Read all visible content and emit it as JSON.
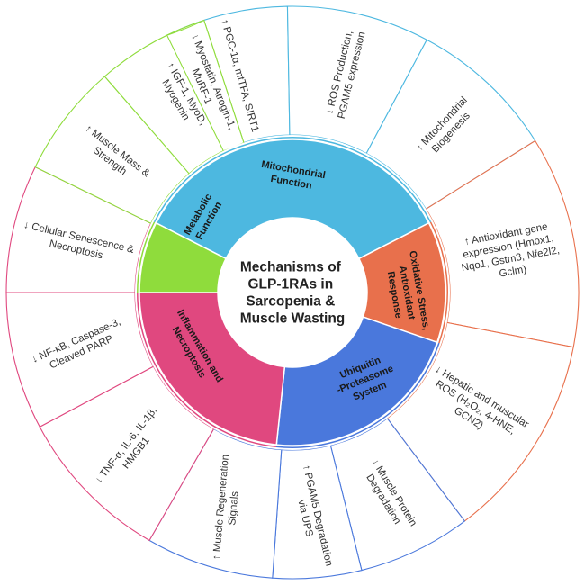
{
  "center_title": [
    "Mechanisms of",
    "GLP-1RAs in",
    "Sarcopenia &",
    "Muscle Wasting"
  ],
  "colors": {
    "mitochondrial": "#4db8e0",
    "oxidative": "#e8704c",
    "ups": "#4a78dc",
    "inflammation": "#e0487f",
    "metabolic": "#8fdc3c"
  },
  "sectors": [
    {
      "id": "mitochondrial",
      "lines": [
        "Mitochondrial",
        "Function"
      ]
    },
    {
      "id": "oxidative",
      "lines": [
        "Oxidative Stress,",
        "Antioxidant",
        "Response"
      ]
    },
    {
      "id": "ups",
      "lines": [
        "Ubiquitin",
        "-Proteasome",
        "System"
      ]
    },
    {
      "id": "inflammation",
      "lines": [
        "Inflammation and",
        "Necroptosis"
      ]
    },
    {
      "id": "metabolic",
      "lines": [
        "Metabolic",
        "Function"
      ]
    }
  ],
  "outer_segments": [
    {
      "group": "mitochondrial",
      "lines": [
        "↑ PGC-1α, mtTFA, SIRT1"
      ]
    },
    {
      "group": "mitochondrial",
      "lines": [
        "↓ ROS Production,",
        "PGAM5 expression"
      ]
    },
    {
      "group": "mitochondrial",
      "lines": [
        "↑ Mitochondrial",
        "Biogenesis"
      ]
    },
    {
      "group": "oxidative",
      "lines": [
        "↑ Antioxidant gene",
        "expression (Hmox1,",
        "Nqo1, Gstm3, Nfe2l2,",
        "Gclm)"
      ]
    },
    {
      "group": "oxidative",
      "lines": [
        "↓ Hepatic and muscular",
        "ROS (H₂O₂, 4-HNE,",
        "GCN2)"
      ]
    },
    {
      "group": "ups",
      "lines": [
        "↓ Muscle Protein",
        "Degradation"
      ]
    },
    {
      "group": "ups",
      "lines": [
        "↑ PGAM5 Degradation",
        "via UPS"
      ]
    },
    {
      "group": "ups",
      "lines": [
        "↑ Muscle Regeneration",
        "Signals"
      ]
    },
    {
      "group": "inflammation",
      "lines": [
        "↓ TNF-α, IL-6, IL-1β,",
        "HMGB1"
      ]
    },
    {
      "group": "inflammation",
      "lines": [
        "↓ NF-κB, Caspase-3,",
        "Cleaved PARP"
      ]
    },
    {
      "group": "inflammation",
      "lines": [
        "↓ Cellular Senescence &",
        "Necroptosis"
      ]
    },
    {
      "group": "metabolic",
      "lines": [
        "↑ Muscle Mass &",
        "Strength"
      ]
    },
    {
      "group": "metabolic",
      "lines": [
        "↑ IGF-1, MyoD,",
        "Myogenin"
      ]
    },
    {
      "group": "metabolic",
      "lines": [
        "↓ Myostatin, Atrogin-1,",
        "MuRF-1"
      ]
    }
  ]
}
